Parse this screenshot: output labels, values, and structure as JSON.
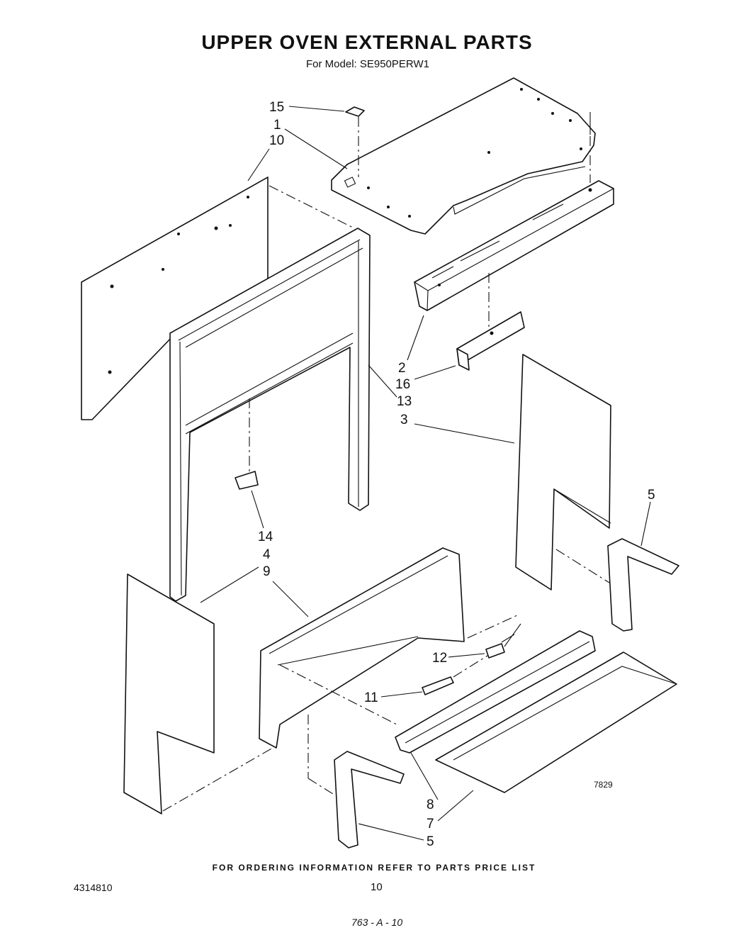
{
  "title": "UPPER OVEN EXTERNAL PARTS",
  "subtitle": "For Model: SE950PERW1",
  "figure_number": "7829",
  "footer_note": "FOR ORDERING INFORMATION REFER TO PARTS PRICE LIST",
  "document_number": "4314810",
  "page_number": "10",
  "handwritten_note": "763 - A - 10",
  "callouts": {
    "c15": "15",
    "c1": "1",
    "c10": "10",
    "c2": "2",
    "c16": "16",
    "c13": "13",
    "c3": "3",
    "c5a": "5",
    "c14": "14",
    "c4": "4",
    "c9": "9",
    "c12": "12",
    "c11": "11",
    "c8": "8",
    "c7": "7",
    "c5b": "5"
  }
}
